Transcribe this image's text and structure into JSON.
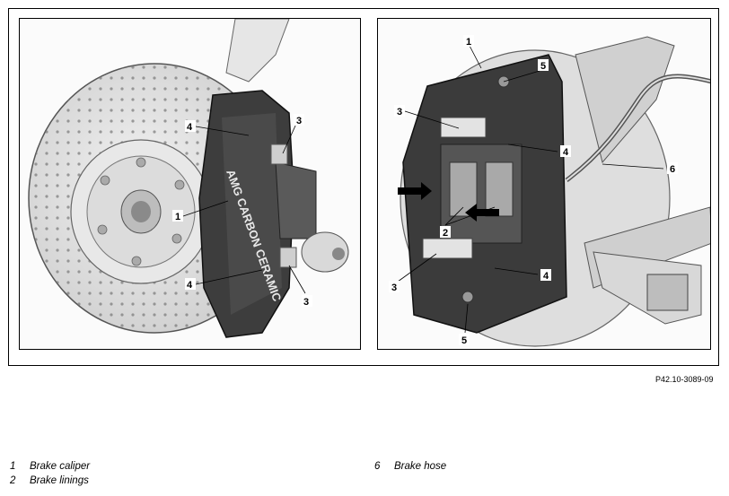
{
  "figure_id": "P42.10-3089-09",
  "callouts": {
    "left": [
      "4",
      "3",
      "1",
      "4",
      "3"
    ],
    "right": [
      "1",
      "5",
      "3",
      "4",
      "6",
      "2",
      "3",
      "4",
      "5"
    ]
  },
  "legend_left": [
    {
      "num": "1",
      "label": "Brake caliper"
    },
    {
      "num": "2",
      "label": "Brake linings"
    }
  ],
  "legend_right": [
    {
      "num": "6",
      "label": "Brake hose"
    }
  ],
  "caliper_lettering": "AMG CARBON CERAMIC"
}
